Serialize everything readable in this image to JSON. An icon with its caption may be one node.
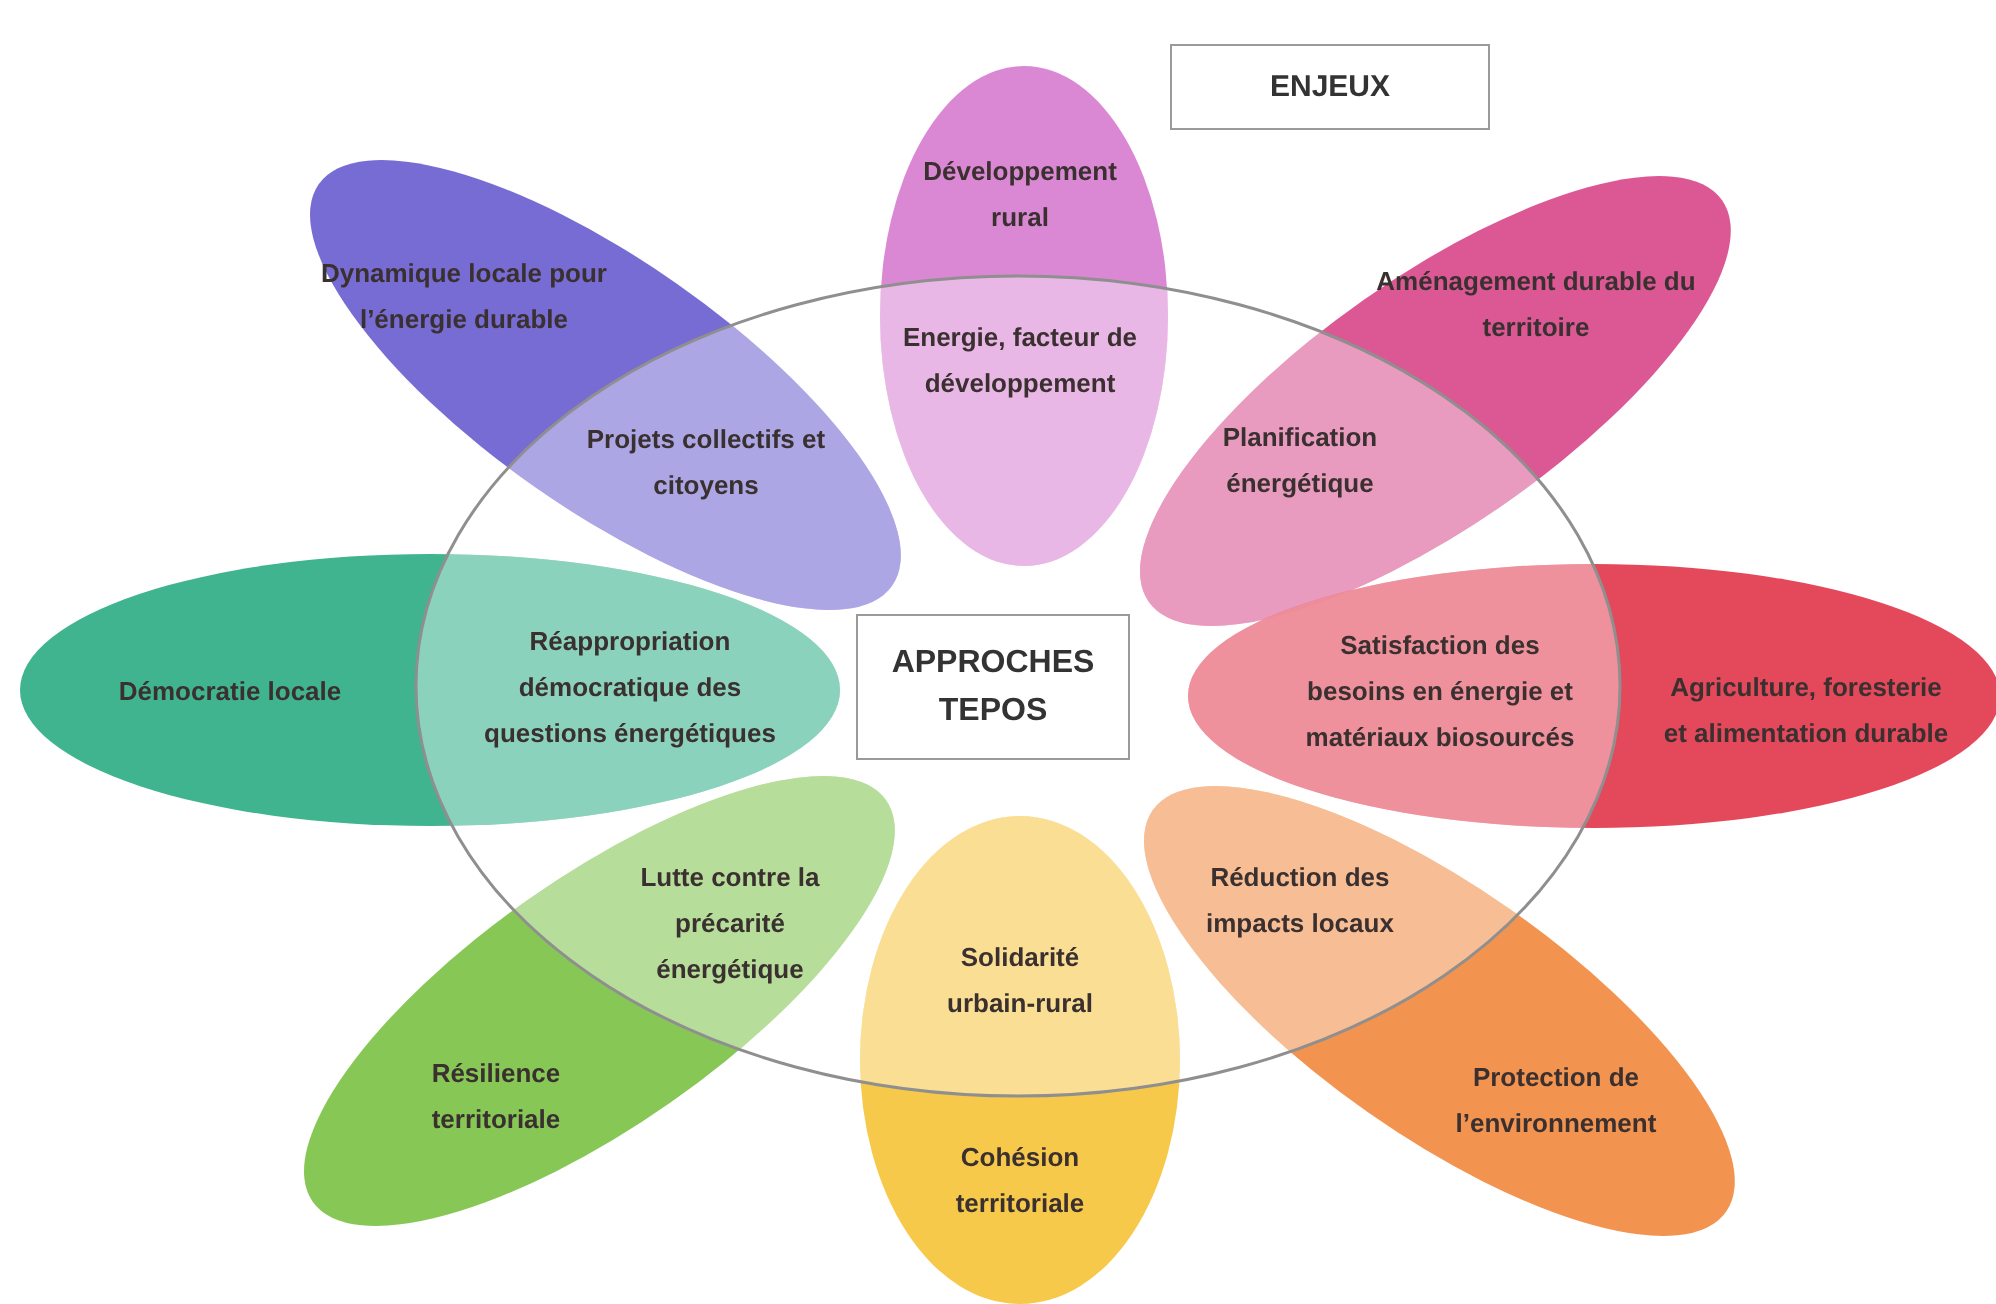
{
  "diagram": {
    "nodes": [
      {
        "text": [
          "ENJEUX"
        ]
      },
      {
        "text": [
          "Dynamique locale pour l’énergie durable",
          "Projets collectifs et citoyens"
        ]
      },
      {
        "text": [
          "Développement rural",
          "Energie, facteur de développement"
        ]
      },
      {
        "text": [
          "Aménagement durable du territoire",
          "Planification énergétique"
        ]
      },
      {
        "text": [
          "Démocratie locale",
          "Réappropriation démocratique des questions énergétiques"
        ]
      },
      {
        "text": [
          "APPROCHES TEPOS"
        ]
      },
      {
        "text": [
          "Satisfaction des besoins en énergie et matériaux biosourcés",
          "Agriculture, foresterie et alimentation durable"
        ]
      },
      {
        "text": [
          "Lutte contre la précarité énergétique",
          "Résilience territoriale"
        ]
      },
      {
        "text": [
          "Solidarité urbain-rural",
          "Cohésion territoriale"
        ]
      },
      {
        "text": [
          "Réduction des impacts locaux",
          "Protection de l’environnement"
        ]
      }
    ]
  }
}
